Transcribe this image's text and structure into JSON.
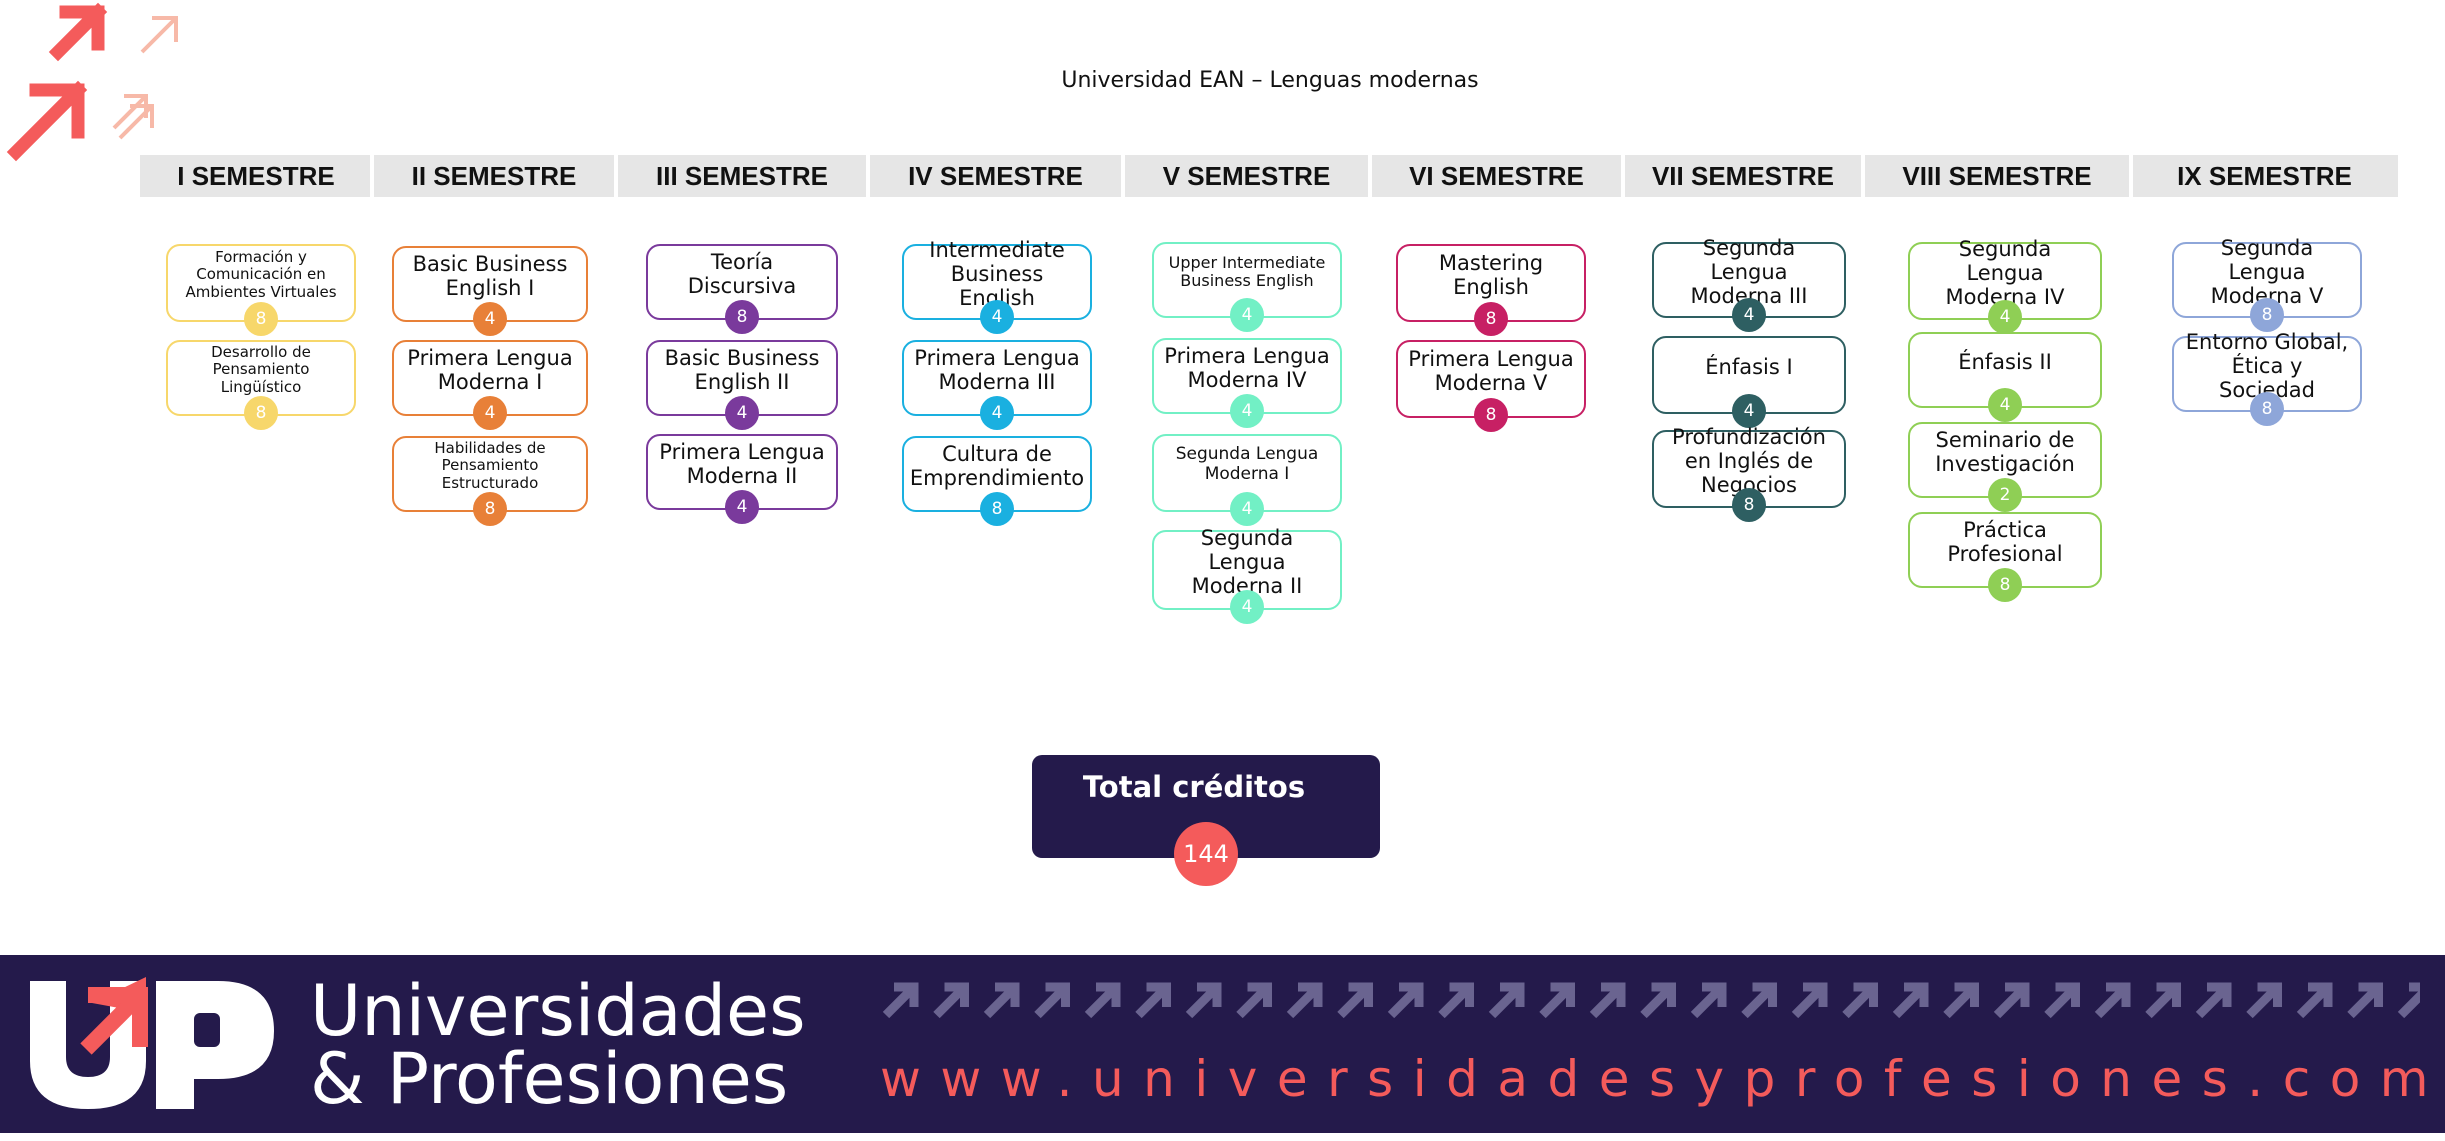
{
  "title": "Universidad EAN –  Lenguas modernas",
  "colors": {
    "header_bar": "#e6e6e6",
    "total_box": "#241a4b",
    "accent": "#f45b5b",
    "footer": "#241a4b"
  },
  "semesters": [
    {
      "label": "I SEMESTRE",
      "color": "#f7d76b",
      "courses": [
        {
          "name": "Formación y Comunicación en Ambientes Virtuales",
          "credits": "8"
        },
        {
          "name": "Desarrollo de Pensamiento Lingüístico",
          "credits": "8"
        }
      ]
    },
    {
      "label": "II SEMESTRE",
      "color": "#e88038",
      "courses": [
        {
          "name": "Basic Business English I",
          "credits": "4"
        },
        {
          "name": "Primera Lengua Moderna I",
          "credits": "4"
        },
        {
          "name": "Habilidades de Pensamiento Estructurado",
          "credits": "8"
        }
      ]
    },
    {
      "label": "III SEMESTRE",
      "color": "#7a3a9c",
      "courses": [
        {
          "name": "Teoría Discursiva",
          "credits": "8"
        },
        {
          "name": "Basic Business English II",
          "credits": "4"
        },
        {
          "name": "Primera Lengua Moderna II",
          "credits": "4"
        }
      ]
    },
    {
      "label": "IV SEMESTRE",
      "color": "#1ab0e0",
      "courses": [
        {
          "name": "Intermediate Business English",
          "credits": "4"
        },
        {
          "name": "Primera Lengua Moderna III",
          "credits": "4"
        },
        {
          "name": "Cultura de Emprendimiento",
          "credits": "8"
        }
      ]
    },
    {
      "label": "V SEMESTRE",
      "color": "#72f0c5",
      "courses": [
        {
          "name": "Upper Intermediate Business English",
          "credits": "4"
        },
        {
          "name": "Primera Lengua Moderna IV",
          "credits": "4"
        },
        {
          "name": "Segunda Lengua Moderna I",
          "credits": "4"
        },
        {
          "name": "Segunda Lengua Moderna II",
          "credits": "4"
        }
      ]
    },
    {
      "label": "VI SEMESTRE",
      "color": "#c72064",
      "courses": [
        {
          "name": "Mastering English",
          "credits": "8"
        },
        {
          "name": "Primera Lengua Moderna V",
          "credits": "8"
        }
      ]
    },
    {
      "label": "VII SEMESTRE",
      "color": "#2e5f62",
      "courses": [
        {
          "name": "Segunda Lengua Moderna III",
          "credits": "4"
        },
        {
          "name": "Énfasis I",
          "credits": "4"
        },
        {
          "name": "Profundización en Inglés de Negocios",
          "credits": "8"
        }
      ]
    },
    {
      "label": "VIII SEMESTRE",
      "color": "#8fcf55",
      "courses": [
        {
          "name": "Segunda Lengua Moderna IV",
          "credits": "4"
        },
        {
          "name": "Énfasis II",
          "credits": "4"
        },
        {
          "name": "Seminario de Investigación",
          "credits": "2"
        },
        {
          "name": "Práctica Profesional",
          "credits": "8"
        }
      ]
    },
    {
      "label": "IX SEMESTRE",
      "color": "#8ea6d9",
      "courses": [
        {
          "name": "Segunda Lengua Moderna V",
          "credits": "8"
        },
        {
          "name": "Entorno Global, Ética y Sociedad",
          "credits": "8"
        }
      ]
    }
  ],
  "total": {
    "label": "Total créditos",
    "value": "144"
  },
  "footer": {
    "brand_line1": "Universidades",
    "brand_line2": "& Profesiones",
    "url": "www.universidadesyprofesiones.com"
  }
}
